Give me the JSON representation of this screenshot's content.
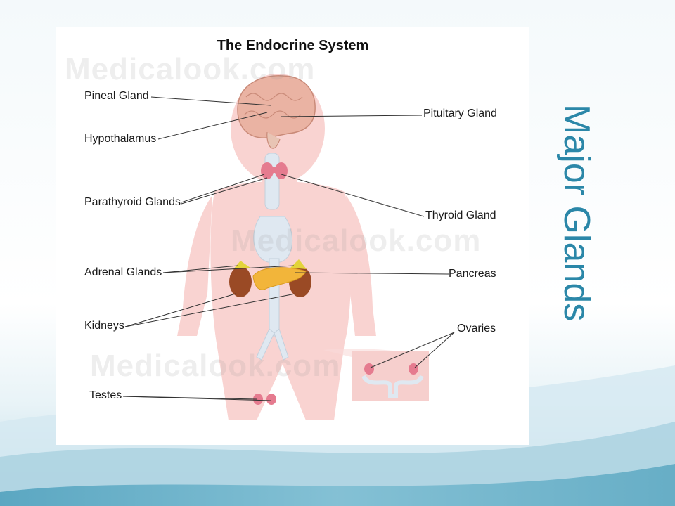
{
  "slide": {
    "title": "Major Glands",
    "title_color": "#2b87a8",
    "background_colors": [
      "#ffffff",
      "#dcecf3",
      "#5fa9c2"
    ]
  },
  "figure": {
    "title": "The Endocrine System",
    "watermark": "Medicalook.com",
    "labels": {
      "pineal": "Pineal Gland",
      "hypothalamus": "Hypothalamus",
      "pituitary": "Pituitary Gland",
      "parathyroid": "Parathyroid Glands",
      "thyroid": "Thyroid Gland",
      "adrenal": "Adrenal Glands",
      "pancreas": "Pancreas",
      "kidneys": "Kidneys",
      "ovaries": "Ovaries",
      "testes": "Testes"
    },
    "colors": {
      "body": "#f9d3d1",
      "brain": "#eab3a3",
      "kidney": "#9a4a25",
      "adrenal": "#e3d43a",
      "pancreas": "#f2b53a",
      "thyroid": "#e57b8f",
      "vessels": "#dfe8f1",
      "leader_line": "#333333"
    }
  }
}
